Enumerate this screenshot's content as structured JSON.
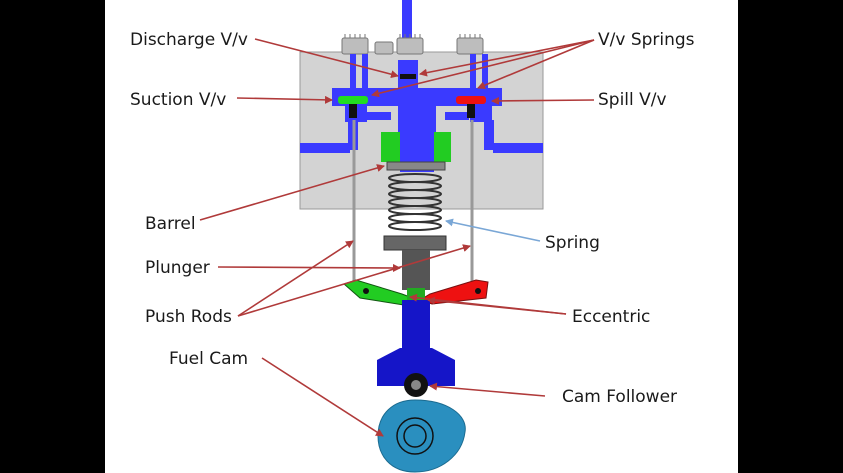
{
  "labels": {
    "discharge_valve": "Discharge V/v",
    "valve_springs": "V/v Springs",
    "suction_valve": "Suction V/v",
    "spill_valve": "Spill V/v",
    "barrel": "Barrel",
    "spring": "Spring",
    "plunger": "Plunger",
    "push_rods": "Push Rods",
    "eccentric": "Eccentric",
    "fuel_cam": "Fuel Cam",
    "cam_follower": "Cam Follower"
  },
  "colors": {
    "pump_body": "#d3d3d3",
    "passages": "#3a3aff",
    "suction_valve": "#22dd22",
    "spill_valve": "#ee1111",
    "barrel": "#22cc22",
    "cam": "#2a8fbf",
    "follower_block": "#1515c8",
    "arrow": "#b03a3a",
    "spring_arrow": "#7aa7d6"
  }
}
